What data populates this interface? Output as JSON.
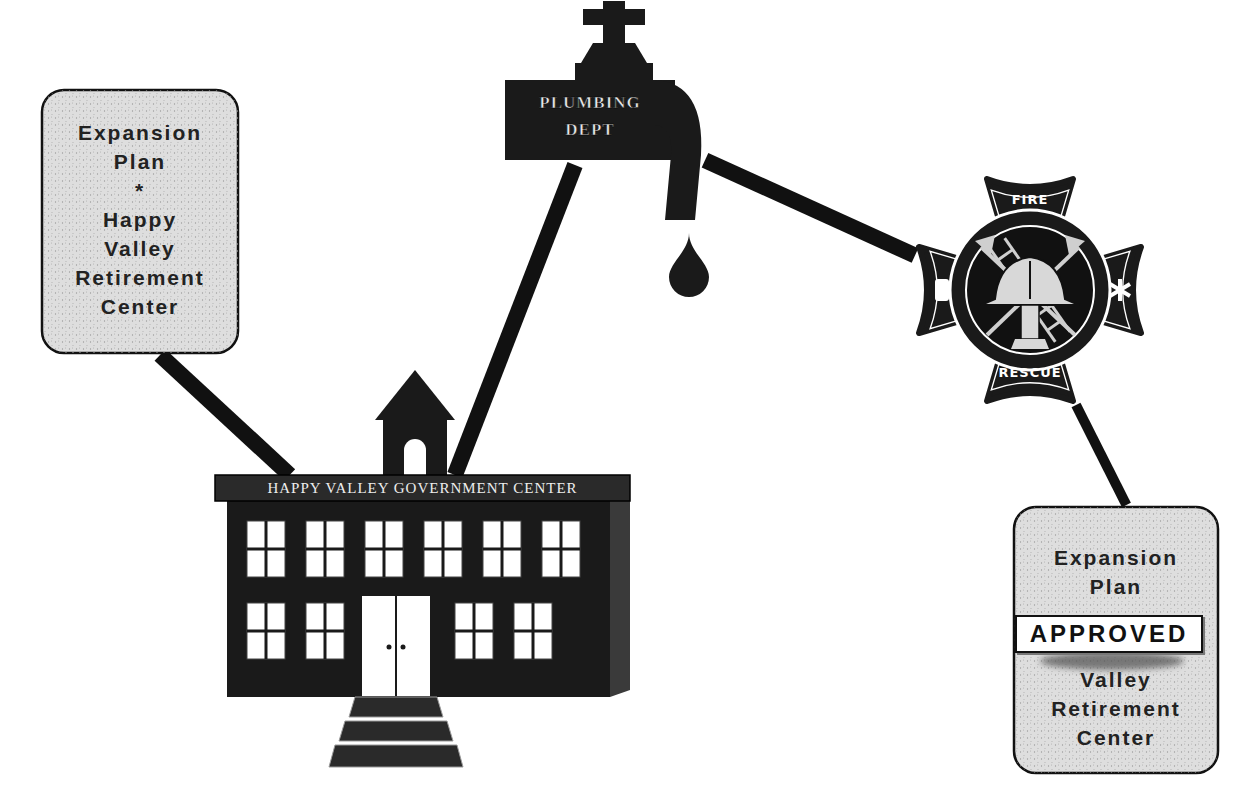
{
  "diagram": {
    "nodes": [
      {
        "text": [
          "Expansion Plan * Happy Valley Retirement Center"
        ]
      },
      {
        "text": [
          "HAPPY VALLEY GOVERNMENT CENTER"
        ]
      },
      {
        "text": [
          "PLUMBING DEPT"
        ]
      },
      {
        "text": [
          "FIRE",
          "RESCUE"
        ]
      },
      {
        "text": [
          "Expansion Plan",
          "APPROVED",
          "Valley Retirement Center"
        ]
      }
    ],
    "edges": [
      {
        "from": 0,
        "to": 1,
        "arrow": "none"
      },
      {
        "from": 1,
        "to": 2,
        "arrow": "none"
      },
      {
        "from": 2,
        "to": 3,
        "arrow": "none"
      },
      {
        "from": 3,
        "to": 4,
        "arrow": "none"
      }
    ]
  }
}
